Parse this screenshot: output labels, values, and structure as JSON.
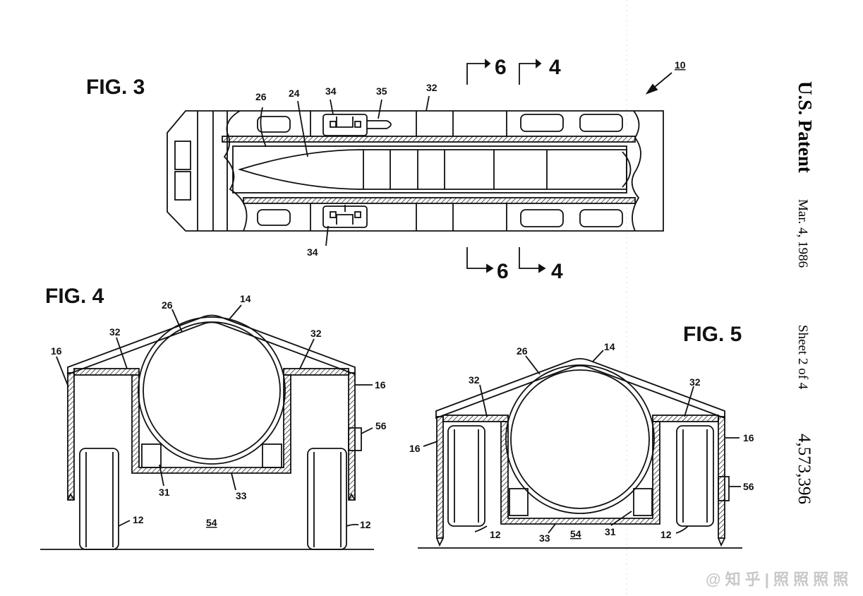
{
  "header": {
    "title": "U.S. Patent",
    "date": "Mar. 4, 1986",
    "sheet": "Sheet 2 of 4",
    "patent_number": "4,573,396"
  },
  "fig3": {
    "label": "FIG. 3",
    "ref_10": "10",
    "ref_26": "26",
    "ref_24": "24",
    "ref_34_top": "34",
    "ref_35": "35",
    "ref_32": "32",
    "ref_34_bottom": "34",
    "section_6_top": "6",
    "section_4_top": "4",
    "section_6_bottom": "6",
    "section_4_bottom": "4"
  },
  "fig4": {
    "label": "FIG. 4",
    "ref_26": "26",
    "ref_14": "14",
    "ref_32_left": "32",
    "ref_32_right": "32",
    "ref_16_left": "16",
    "ref_16_right": "16",
    "ref_56": "56",
    "ref_31": "31",
    "ref_33": "33",
    "ref_12_left": "12",
    "ref_54": "54",
    "ref_12_right": "12"
  },
  "fig5": {
    "label": "FIG. 5",
    "ref_26": "26",
    "ref_14": "14",
    "ref_32_left": "32",
    "ref_32_right": "32",
    "ref_16_left": "16",
    "ref_16_right": "16",
    "ref_56": "56",
    "ref_12_left": "12",
    "ref_33": "33",
    "ref_54": "54",
    "ref_31": "31",
    "ref_12_right": "12"
  },
  "watermark": "@ 知 乎 | 照 照 照 照"
}
